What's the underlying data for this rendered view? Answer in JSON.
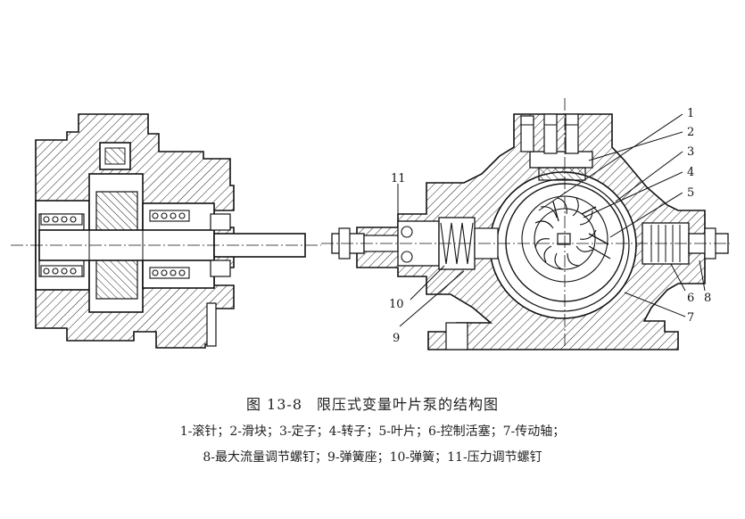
{
  "figure": {
    "number": "图 13-8",
    "title": "限压式变量叶片泵的结构图",
    "legend_line1": "1-滚针；2-滑块；3-定子；4-转子；5-叶片；6-控制活塞；7-传动轴；",
    "legend_line2": "8-最大流量调节螺钉；9-弹簧座；10-弹簧；11-压力调节螺钉"
  },
  "callouts": {
    "c1": "1",
    "c2": "2",
    "c3": "3",
    "c4": "4",
    "c5": "5",
    "c6": "6",
    "c7": "7",
    "c8": "8",
    "c9": "9",
    "c10": "10",
    "c11": "11"
  },
  "colors": {
    "ink": "#111111",
    "paper": "#ffffff"
  }
}
